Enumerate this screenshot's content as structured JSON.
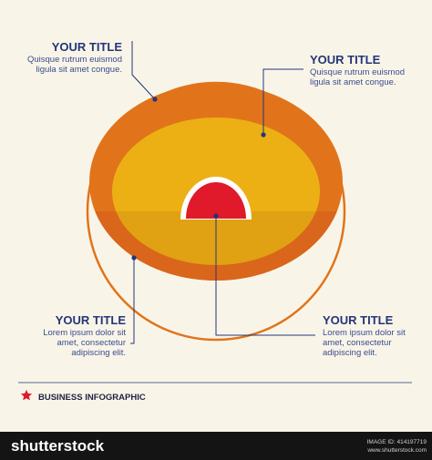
{
  "blocks": [
    {
      "title": "YOUR TITLE",
      "lines": [
        "Quisque rutrum euismod",
        "ligula sit amet congue."
      ]
    },
    {
      "title": "YOUR TITLE",
      "lines": [
        "Quisque rutrum euismod",
        "ligula sit amet congue."
      ]
    },
    {
      "title": "YOUR TITLE",
      "lines": [
        "Lorem ipsum dolor sit",
        "amet, consectetur",
        "adipiscing elit."
      ]
    },
    {
      "title": "YOUR TITLE",
      "lines": [
        "Lorem ipsum dolor sit",
        "amet, consectetur",
        "adipiscing elit."
      ]
    }
  ],
  "footer": {
    "label": "BUSINESS INFOGRAPHIC"
  },
  "bottom_bar": {
    "brand": "shutterstock",
    "image_id": "IMAGE ID: 414197719",
    "site": "www.shutterstock.com"
  },
  "colors": {
    "background": "#f8f5e8",
    "outer_layer": "#e1741b",
    "middle_layer": "#edb014",
    "core": "#e0192b",
    "text": "#26357a",
    "star": "#e0192b"
  },
  "icons": {
    "footer": "star-icon"
  }
}
